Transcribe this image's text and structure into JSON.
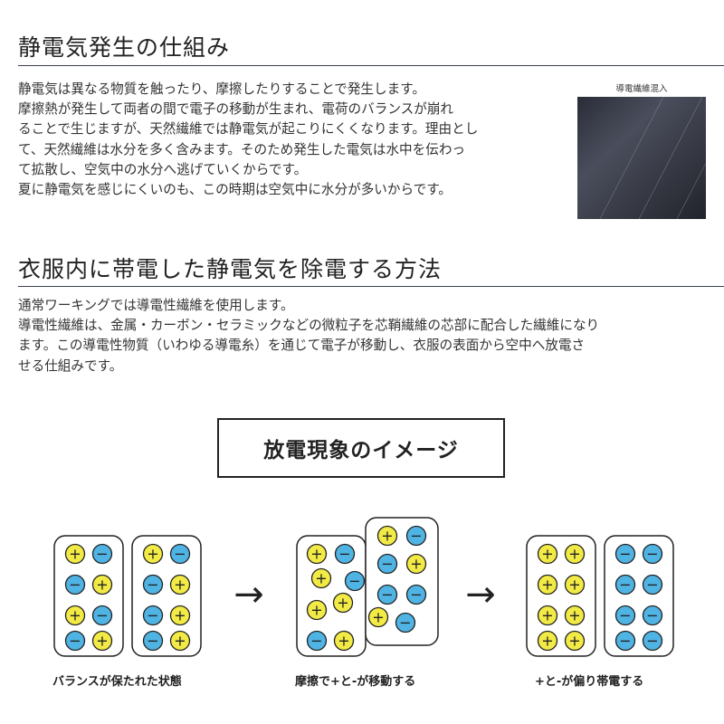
{
  "section1": {
    "title": "静電気発生の仕組み",
    "body": "静電気は異なる物質を触ったり、摩擦したりすることで発生します。\n摩擦熱が発生して両者の間で電子の移動が生まれ、電荷のバランスが崩れ\nることで生じますが、天然繊維では静電気が起こりにくくなります。理由とし\nて、天然繊維は水分を多く含みます。そのため発生した電気は水中を伝わっ\nて拡散し、空気中の水分へ逃げていくからです。\n夏に静電気を感じにくいのも、この時期は空気中に水分が多いからです。",
    "image_caption": "導電繊維混入"
  },
  "section2": {
    "title": "衣服内に帯電した静電気を除電する方法",
    "body": "通常ワーキングでは導電性繊維を使用します。\n導電性繊維は、金属・カーボン・セラミックなどの微粒子を芯鞘繊維の芯部に配合した繊維になり\nます。この導電性物質（いわゆる導電糸）を通じて電子が移動し、衣服の表面から空中へ放電さ\nせる仕組みです。"
  },
  "diagram": {
    "banner": "放電現象のイメージ",
    "plus_symbol": "+",
    "minus_symbol": "−",
    "arrow_symbol": "→",
    "stages": [
      {
        "label": "バランスが保たれた状態"
      },
      {
        "label": "摩擦で+と-が移動する"
      },
      {
        "label": "+と-が偏り帯電する"
      }
    ],
    "colors": {
      "plus": "#f2ea45",
      "minus": "#4fb3e3",
      "outline": "#222222"
    }
  }
}
